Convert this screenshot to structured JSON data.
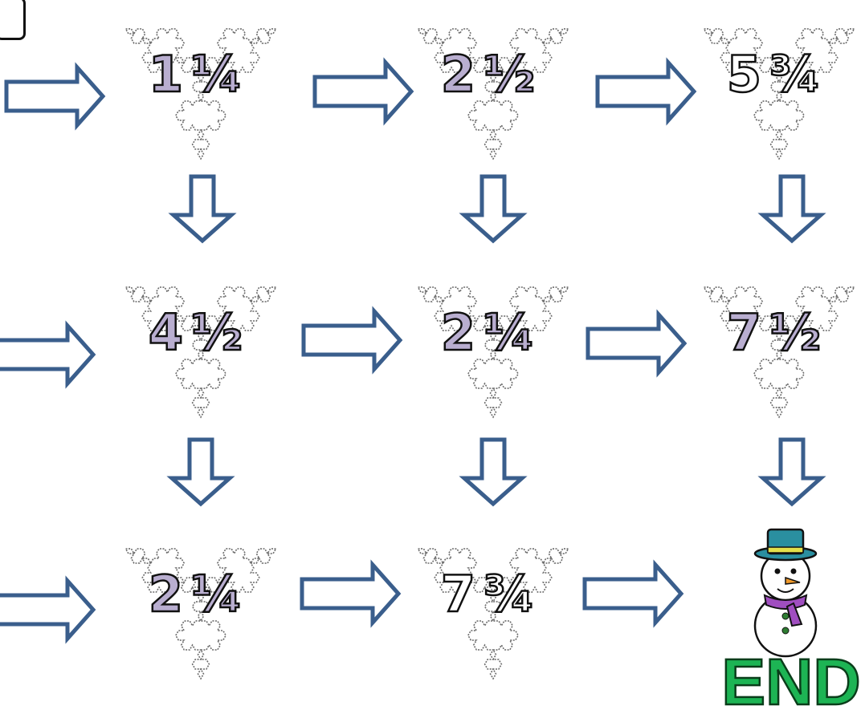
{
  "colors": {
    "arrow_stroke": "#3a5e8c",
    "arrow_fill": "#ffffff",
    "number_outline": "#111111",
    "number_fill_light": "#b9aed0",
    "number_fill_white": "#ffffff",
    "snowflake_outline": "#6b6b6b",
    "end_fill": "#1db454",
    "end_outline": "#0a3d1a"
  },
  "cells": [
    {
      "id": "r1c1",
      "whole": "1",
      "fraction": "¼",
      "fill": "light"
    },
    {
      "id": "r1c2",
      "whole": "2",
      "fraction": "½",
      "fill": "light"
    },
    {
      "id": "r1c3",
      "whole": "5",
      "fraction": "¾",
      "fill": "white"
    },
    {
      "id": "r2c1",
      "whole": "4",
      "fraction": "½",
      "fill": "light"
    },
    {
      "id": "r2c2",
      "whole": "2",
      "fraction": "¼",
      "fill": "light"
    },
    {
      "id": "r2c3",
      "whole": "7",
      "fraction": "½",
      "fill": "light"
    },
    {
      "id": "r3c1",
      "whole": "2",
      "fraction": "¼",
      "fill": "light"
    },
    {
      "id": "r3c2",
      "whole": "7",
      "fraction": "¾",
      "fill": "white"
    }
  ],
  "end_label": "END",
  "icons": {
    "arrow": "outline-arrow-icon",
    "snowflake": "koch-snowflake-icon",
    "snowman": "snowman-icon"
  }
}
